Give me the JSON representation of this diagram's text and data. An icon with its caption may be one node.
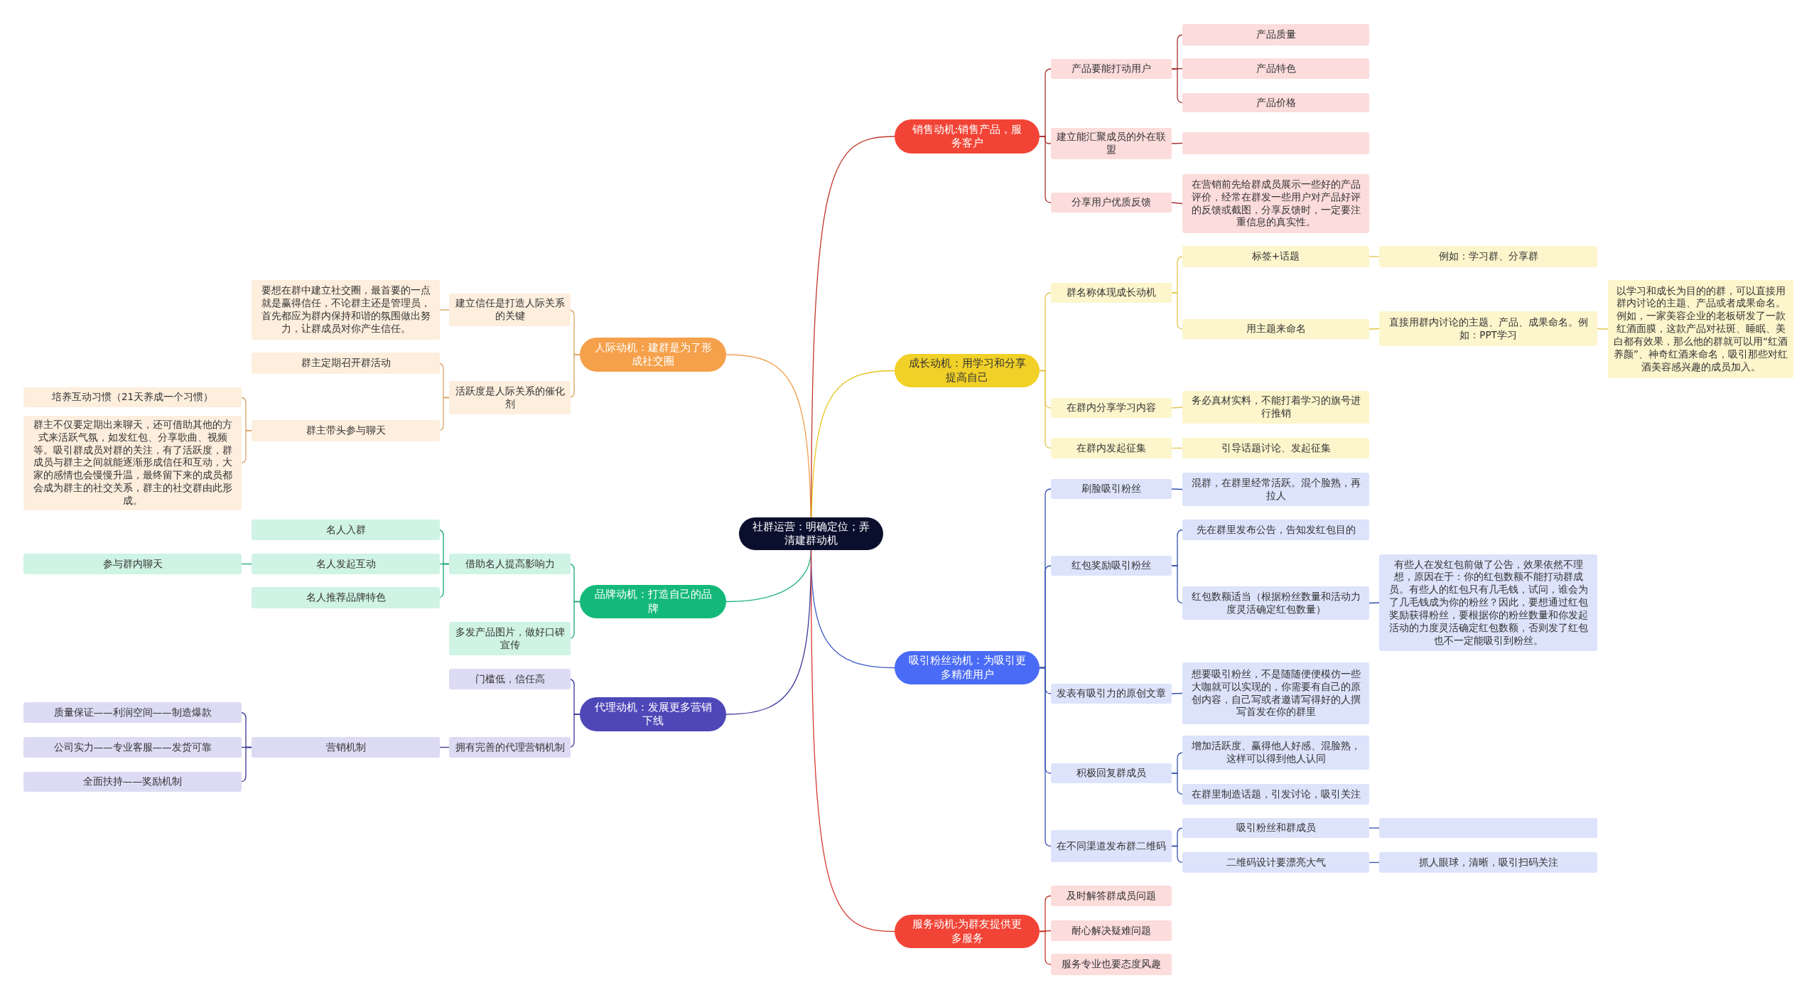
{
  "diagram": {
    "nodes": [
      {
        "text": [
          "社群运营：明确定位；弄清建群动机"
        ]
      },
      {
        "text": [
          "人际动机：建群是为了形成社交圈"
        ]
      },
      {
        "text": [
          "建立信任是打造人际关系的关键"
        ]
      },
      {
        "text": [
          "要想在群中建立社交圈，最首要的一点就是赢得信任，不论群主还是管理员，首先都应为群内保持和谐的氛围做出努力，让群成员对你产生信任。"
        ]
      },
      {
        "text": [
          "活跃度是人际关系的催化剂"
        ]
      },
      {
        "text": [
          "群主定期召开群活动"
        ]
      },
      {
        "text": [
          "群主带头参与聊天"
        ]
      },
      {
        "text": [
          "培养互动习惯（21天养成一个习惯）"
        ]
      },
      {
        "text": [
          "群主不仅要定期出来聊天，还可借助其他的方式来活跃气氛，如发红包、分享歌曲、视频等。吸引群成员对群的关注，有了活跃度，群成员与群主之间就能逐渐形成信任和互动，大家的感情也会慢慢升温，最终留下来的成员都会成为群主的社交关系，群主的社交群由此形成。"
        ]
      },
      {
        "text": [
          "品牌动机：打造自己的品牌"
        ]
      },
      {
        "text": [
          "借助名人提高影响力"
        ]
      },
      {
        "text": [
          "名人入群"
        ]
      },
      {
        "text": [
          "名人发起互动"
        ]
      },
      {
        "text": [
          "参与群内聊天"
        ]
      },
      {
        "text": [
          "名人推荐品牌特色"
        ]
      },
      {
        "text": [
          "多发产品图片，做好口碑宣传"
        ]
      },
      {
        "text": [
          "代理动机：发展更多营销下线"
        ]
      },
      {
        "text": [
          "门槛低，信任高"
        ]
      },
      {
        "text": [
          "拥有完善的代理营销机制"
        ]
      },
      {
        "text": [
          "营销机制"
        ]
      },
      {
        "text": [
          "质量保证——利润空间——制造爆款"
        ]
      },
      {
        "text": [
          "公司实力——专业客服——发货可靠"
        ]
      },
      {
        "text": [
          "全面扶持——奖励机制"
        ]
      },
      {
        "text": [
          "销售动机:销售产品，服务客户"
        ]
      },
      {
        "text": [
          "产品要能打动用户"
        ]
      },
      {
        "text": [
          "产品质量"
        ]
      },
      {
        "text": [
          "产品特色"
        ]
      },
      {
        "text": [
          "产品价格"
        ]
      },
      {
        "text": [
          "建立能汇聚成员的外在联盟"
        ]
      },
      {
        "text": [],
        "shape": "box"
      },
      {
        "text": [
          "分享用户优质反馈"
        ]
      },
      {
        "text": [
          "在营销前先给群成员展示一些好的产品评价，经常在群发一些用户对产品好评的反馈或截图，分享反馈时，一定要注重信息的真实性。"
        ]
      },
      {
        "text": [
          "成长动机：用学习和分享提高自己"
        ]
      },
      {
        "text": [
          "群名称体现成长动机"
        ]
      },
      {
        "text": [
          "标签+话题"
        ]
      },
      {
        "text": [
          "例如：学习群、分享群"
        ]
      },
      {
        "text": [
          "用主题来命名"
        ]
      },
      {
        "text": [
          "直接用群内讨论的主题、产品、成果命名。例如：PPT学习"
        ]
      },
      {
        "text": [
          "以学习和成长为目的的群，可以直接用群内讨论的主题、产品或者成果命名。例如，一家美容企业的老板研发了一款红酒面膜，这款产品对祛斑、睡眠、美白都有效果，那么他的群就可以用“红酒养颜”、神奇红酒来命名，吸引那些对红酒美容感兴趣的成员加入。"
        ]
      },
      {
        "text": [
          "在群内分享学习内容"
        ]
      },
      {
        "text": [
          "务必真材实料，不能打着学习的旗号进行推销"
        ]
      },
      {
        "text": [
          "在群内发起征集"
        ]
      },
      {
        "text": [
          "引导话题讨论、发起征集"
        ]
      },
      {
        "text": [
          "吸引粉丝动机：为吸引更多精准用户"
        ]
      },
      {
        "text": [
          "刷脸吸引粉丝"
        ]
      },
      {
        "text": [
          "混群，在群里经常活跃。混个脸熟，再拉人"
        ]
      },
      {
        "text": [
          "红包奖励吸引粉丝"
        ]
      },
      {
        "text": [
          "先在群里发布公告，告知发红包目的"
        ]
      },
      {
        "text": [
          "红包数额适当（根据粉丝数量和活动力度灵活确定红包数量）"
        ]
      },
      {
        "text": [
          "有些人在发红包前做了公告，效果依然不理想，原因在于：你的红包数额不能打动群成员。有些人的红包只有几毛钱，试问，谁会为了几毛钱成为你的粉丝？因此，要想通过红包奖励获得粉丝，要根据你的粉丝数量和你发起活动的力度灵活确定红包数额，否则发了红包也不一定能吸引到粉丝。"
        ]
      },
      {
        "text": [
          "发表有吸引力的原创文章"
        ]
      },
      {
        "text": [
          "想要吸引粉丝，不是随随便便模仿一些大咖就可以实现的，你需要有自己的原创内容，自己写或者邀请写得好的人撰写首发在你的群里"
        ]
      },
      {
        "text": [
          "积极回复群成员"
        ]
      },
      {
        "text": [
          "增加活跃度、赢得他人好感、混脸熟，这样可以得到他人认同"
        ]
      },
      {
        "text": [
          "在群里制造话题，引发讨论，吸引关注"
        ]
      },
      {
        "text": [
          "在不同渠道发布群二维码"
        ]
      },
      {
        "text": [
          "吸引粉丝和群成员"
        ]
      },
      {
        "text": [],
        "shape": "box"
      },
      {
        "text": [
          "二维码设计要漂亮大气"
        ]
      },
      {
        "text": [
          "抓人眼球，清晰，吸引扫码关注"
        ]
      },
      {
        "text": [
          "服务动机:为群友提供更多服务"
        ]
      },
      {
        "text": [
          "及时解答群成员问题"
        ]
      },
      {
        "text": [
          "耐心解决疑难问题"
        ]
      },
      {
        "text": [
          "服务专业也要态度风趣"
        ]
      }
    ],
    "edges": [
      {
        "from": 0,
        "to": 1,
        "arrow": "none",
        "color": "#f0a050"
      },
      {
        "from": 0,
        "to": 9,
        "arrow": "none",
        "color": "#1db27a"
      },
      {
        "from": 0,
        "to": 16,
        "arrow": "none",
        "color": "#3d3a9c"
      },
      {
        "from": 0,
        "to": 23,
        "arrow": "none",
        "color": "#c0392b"
      },
      {
        "from": 0,
        "to": 32,
        "arrow": "none",
        "color": "#e8c51f"
      },
      {
        "from": 0,
        "to": 43,
        "arrow": "none",
        "color": "#3f5bc4"
      },
      {
        "from": 0,
        "to": 60,
        "arrow": "none",
        "color": "#d63a2e"
      },
      {
        "from": 1,
        "to": 2,
        "arrow": "none",
        "color": "#d9a060"
      },
      {
        "from": 2,
        "to": 3,
        "arrow": "none",
        "color": "#d9a060"
      },
      {
        "from": 1,
        "to": 4,
        "arrow": "none",
        "color": "#d9a060"
      },
      {
        "from": 4,
        "to": 5,
        "arrow": "none",
        "color": "#d9a060"
      },
      {
        "from": 4,
        "to": 6,
        "arrow": "none",
        "color": "#d9a060"
      },
      {
        "from": 6,
        "to": 7,
        "arrow": "none",
        "color": "#d9a060"
      },
      {
        "from": 6,
        "to": 8,
        "arrow": "none",
        "color": "#d9a060"
      },
      {
        "from": 9,
        "to": 10,
        "arrow": "none",
        "color": "#1aa874"
      },
      {
        "from": 10,
        "to": 11,
        "arrow": "none",
        "color": "#1aa874"
      },
      {
        "from": 10,
        "to": 12,
        "arrow": "none",
        "color": "#1aa874"
      },
      {
        "from": 12,
        "to": 13,
        "arrow": "none",
        "color": "#1aa874"
      },
      {
        "from": 10,
        "to": 14,
        "arrow": "none",
        "color": "#1aa874"
      },
      {
        "from": 9,
        "to": 15,
        "arrow": "none",
        "color": "#1aa874"
      },
      {
        "from": 16,
        "to": 17,
        "arrow": "none",
        "color": "#3b3590"
      },
      {
        "from": 16,
        "to": 18,
        "arrow": "none",
        "color": "#3b3590"
      },
      {
        "from": 18,
        "to": 19,
        "arrow": "none",
        "color": "#3b3590"
      },
      {
        "from": 19,
        "to": 20,
        "arrow": "none",
        "color": "#3b3590"
      },
      {
        "from": 19,
        "to": 21,
        "arrow": "none",
        "color": "#3b3590"
      },
      {
        "from": 19,
        "to": 22,
        "arrow": "none",
        "color": "#3b3590"
      },
      {
        "from": 23,
        "to": 24,
        "arrow": "none",
        "color": "#a83232"
      },
      {
        "from": 24,
        "to": 25,
        "arrow": "none",
        "color": "#a83232"
      },
      {
        "from": 24,
        "to": 26,
        "arrow": "none",
        "color": "#a83232"
      },
      {
        "from": 24,
        "to": 27,
        "arrow": "none",
        "color": "#a83232"
      },
      {
        "from": 23,
        "to": 28,
        "arrow": "none",
        "color": "#a83232"
      },
      {
        "from": 28,
        "to": 29,
        "arrow": "none",
        "color": "#a83232"
      },
      {
        "from": 23,
        "to": 30,
        "arrow": "none",
        "color": "#a83232"
      },
      {
        "from": 30,
        "to": 31,
        "arrow": "none",
        "color": "#a83232"
      },
      {
        "from": 32,
        "to": 33,
        "arrow": "none",
        "color": "#e3c64a"
      },
      {
        "from": 33,
        "to": 34,
        "arrow": "none",
        "color": "#e3c64a"
      },
      {
        "from": 34,
        "to": 35,
        "arrow": "none",
        "color": "#e3c64a"
      },
      {
        "from": 33,
        "to": 36,
        "arrow": "none",
        "color": "#e3c64a"
      },
      {
        "from": 36,
        "to": 37,
        "arrow": "none",
        "color": "#e3c64a"
      },
      {
        "from": 37,
        "to": 38,
        "arrow": "none",
        "color": "#e3c64a"
      },
      {
        "from": 32,
        "to": 39,
        "arrow": "none",
        "color": "#e3c64a"
      },
      {
        "from": 39,
        "to": 40,
        "arrow": "none",
        "color": "#e3c64a"
      },
      {
        "from": 32,
        "to": 41,
        "arrow": "none",
        "color": "#e3c64a"
      },
      {
        "from": 41,
        "to": 42,
        "arrow": "none",
        "color": "#e3c64a"
      },
      {
        "from": 43,
        "to": 44,
        "arrow": "none",
        "color": "#3550b0"
      },
      {
        "from": 44,
        "to": 45,
        "arrow": "none",
        "color": "#3550b0"
      },
      {
        "from": 43,
        "to": 46,
        "arrow": "none",
        "color": "#3550b0"
      },
      {
        "from": 46,
        "to": 47,
        "arrow": "none",
        "color": "#3550b0"
      },
      {
        "from": 46,
        "to": 48,
        "arrow": "none",
        "color": "#3550b0"
      },
      {
        "from": 48,
        "to": 49,
        "arrow": "none",
        "color": "#3550b0"
      },
      {
        "from": 43,
        "to": 50,
        "arrow": "none",
        "color": "#3550b0"
      },
      {
        "from": 50,
        "to": 51,
        "arrow": "none",
        "color": "#3550b0"
      },
      {
        "from": 43,
        "to": 52,
        "arrow": "none",
        "color": "#3550b0"
      },
      {
        "from": 52,
        "to": 53,
        "arrow": "none",
        "color": "#3550b0"
      },
      {
        "from": 52,
        "to": 54,
        "arrow": "none",
        "color": "#3550b0"
      },
      {
        "from": 43,
        "to": 55,
        "arrow": "none",
        "color": "#3550b0"
      },
      {
        "from": 55,
        "to": 56,
        "arrow": "none",
        "color": "#3550b0"
      },
      {
        "from": 56,
        "to": 57,
        "arrow": "none",
        "color": "#3550b0"
      },
      {
        "from": 55,
        "to": 58,
        "arrow": "none",
        "color": "#3550b0"
      },
      {
        "from": 58,
        "to": 59,
        "arrow": "none",
        "color": "#3550b0"
      },
      {
        "from": 60,
        "to": 61,
        "arrow": "none",
        "color": "#c0392b"
      },
      {
        "from": 60,
        "to": 62,
        "arrow": "none",
        "color": "#c0392b"
      },
      {
        "from": 60,
        "to": 63,
        "arrow": "none",
        "color": "#c0392b"
      }
    ]
  }
}
